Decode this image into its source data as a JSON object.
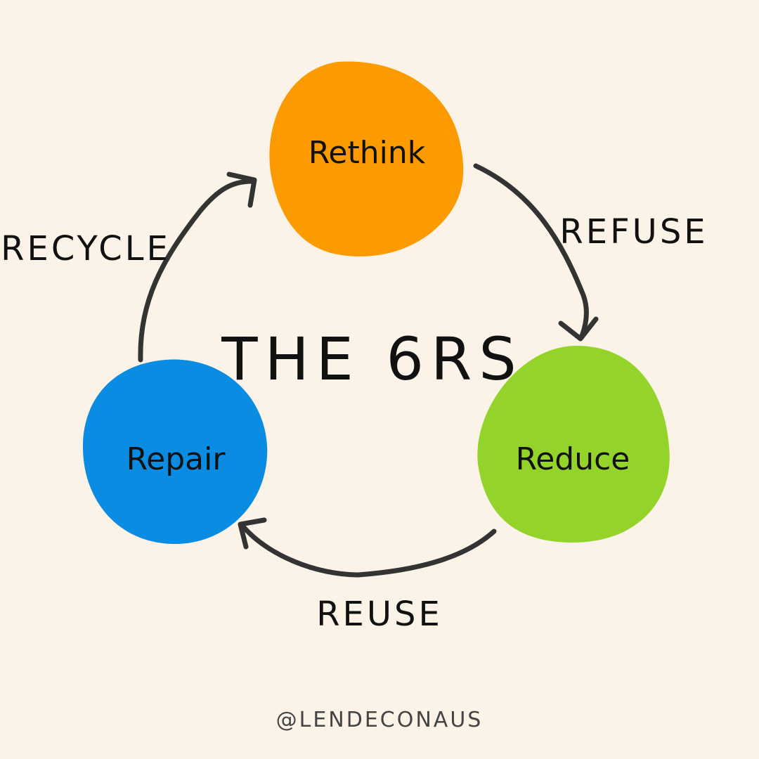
{
  "title": "THE 6RS",
  "nodes": {
    "rethink": {
      "label": "Rethink",
      "color": "#fb9b00"
    },
    "reduce": {
      "label": "Reduce",
      "color": "#94d42a"
    },
    "repair": {
      "label": "Repair",
      "color": "#0a8ce3"
    }
  },
  "edges": {
    "refuse": {
      "label": "REFUSE"
    },
    "reuse": {
      "label": "REUSE"
    },
    "recycle": {
      "label": "RECYCLE"
    }
  },
  "handle": "@LENDECONAUS",
  "colors": {
    "background": "#fcf3e8",
    "arrow": "#333333",
    "text": "#111111"
  }
}
